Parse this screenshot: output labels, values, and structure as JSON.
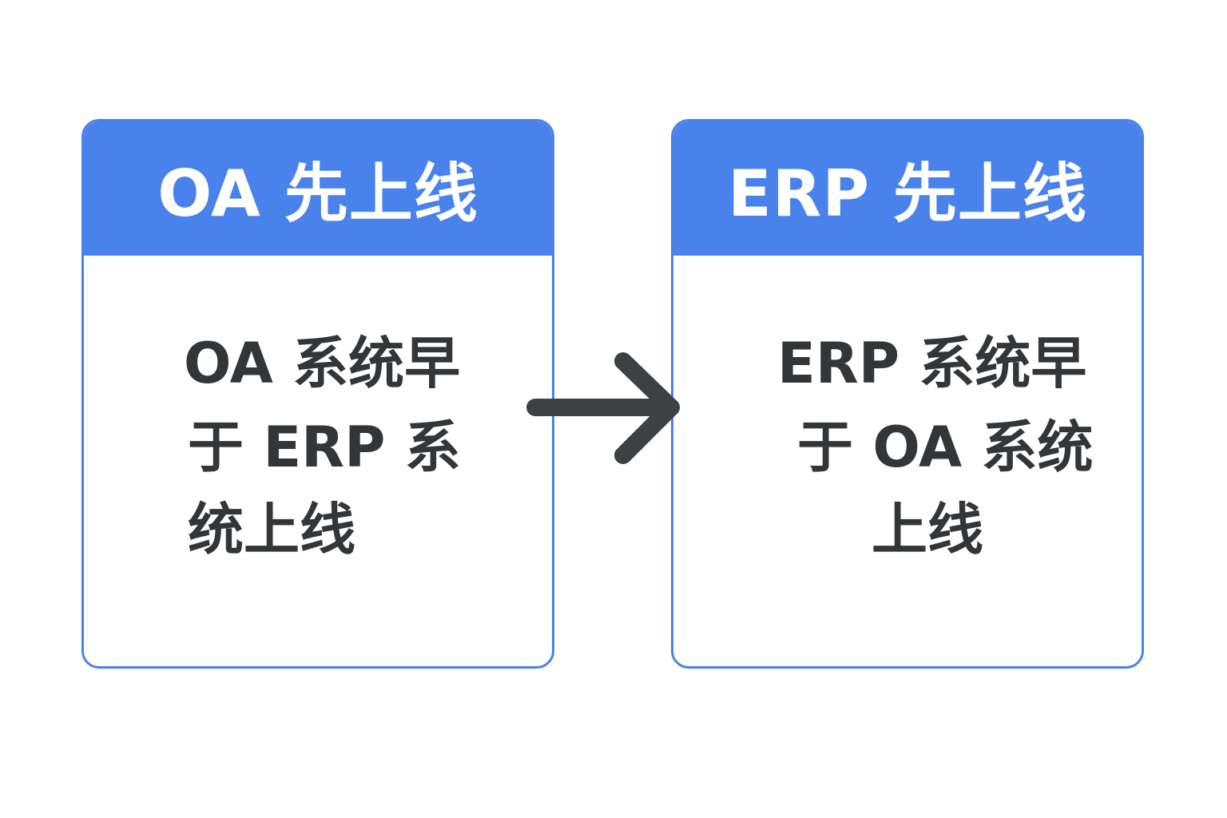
{
  "left_card": {
    "title": "OA 先上线",
    "lines": [
      "OA 系统早",
      "于 ERP 系",
      "统上线"
    ]
  },
  "right_card": {
    "title": "ERP 先上线",
    "lines": [
      "ERP 系统早",
      "于 OA 系统",
      "上线"
    ]
  },
  "arrow": {
    "icon": "arrow-right-icon",
    "direction": "left-to-right"
  },
  "colors": {
    "accent": "#4a82ec",
    "text": "#333638",
    "arrow": "#3d4143",
    "background": "#ffffff"
  }
}
